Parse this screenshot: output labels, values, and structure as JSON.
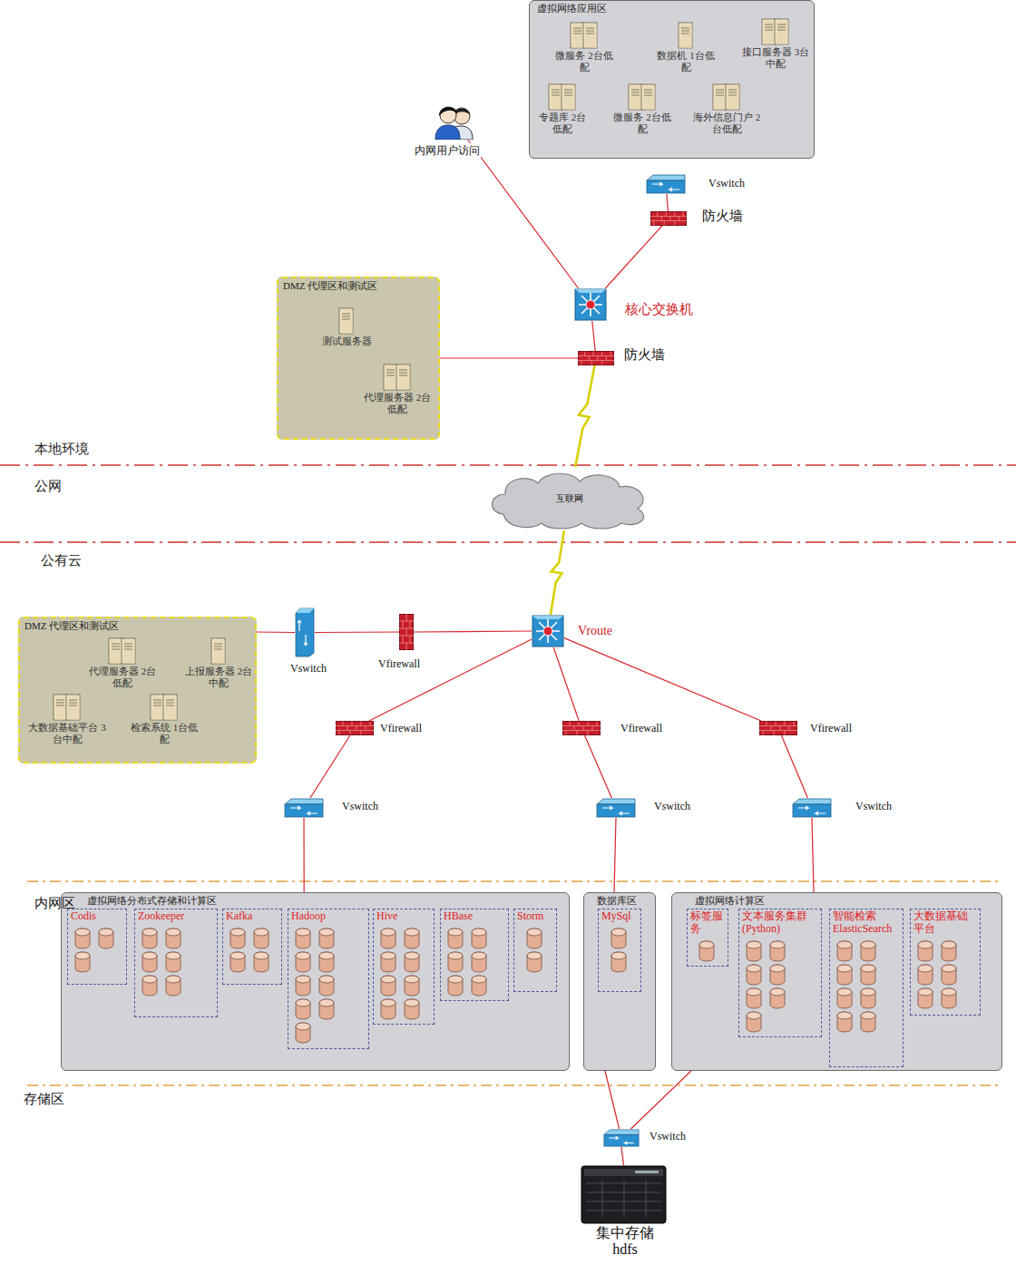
{
  "diagram": {
    "nodes": [
      {
        "text": [
          "虚拟网络应用区"
        ]
      },
      {
        "text": [
          "微服务 2台低配"
        ],
        "in": 0
      },
      {
        "text": [
          "数据机 1台低配"
        ],
        "in": 0
      },
      {
        "text": [
          "接口服务器 3台中配"
        ],
        "in": 0
      },
      {
        "text": [
          "专题库 2台低配"
        ],
        "in": 0
      },
      {
        "text": [
          "微服务 2台低配"
        ],
        "in": 0
      },
      {
        "text": [
          "海外信息门户 2台低配"
        ],
        "in": 0
      },
      {
        "text": [
          "内网用户访问"
        ]
      },
      {
        "text": [
          "Vswitch"
        ]
      },
      {
        "text": [
          "防火墙"
        ]
      },
      {
        "text": [
          "核心交换机"
        ]
      },
      {
        "text": [
          "DMZ 代理区和测试区"
        ]
      },
      {
        "text": [
          "测试服务器"
        ],
        "in": 11
      },
      {
        "text": [
          "代理服务器 2台低配"
        ],
        "in": 11
      },
      {
        "text": [
          "防火墙"
        ]
      },
      {
        "text": [
          "互联网"
        ]
      },
      {
        "text": [
          "Vroute"
        ]
      },
      {
        "text": [
          "DMZ 代理区和测试区"
        ]
      },
      {
        "text": [
          "代理服务器 2台低配"
        ],
        "in": 17
      },
      {
        "text": [
          "上报服务器 2台中配"
        ],
        "in": 17
      },
      {
        "text": [
          "大数据基础平台 3台中配"
        ],
        "in": 17
      },
      {
        "text": [
          "检索系统 1台低配"
        ],
        "in": 17
      },
      {
        "text": [
          "Vswitch"
        ]
      },
      {
        "text": [
          "Vfirewall"
        ]
      },
      {
        "text": [
          "Vfirewall"
        ]
      },
      {
        "text": [
          "Vfirewall"
        ]
      },
      {
        "text": [
          "Vfirewall"
        ]
      },
      {
        "text": [
          "Vswitch"
        ]
      },
      {
        "text": [
          "Vswitch"
        ]
      },
      {
        "text": [
          "Vswitch"
        ]
      },
      {
        "text": [
          "虚拟网络分布式存储和计算区"
        ]
      },
      {
        "text": [
          "Codis"
        ],
        "in": 30
      },
      {
        "text": [
          "Zookeeper"
        ],
        "in": 30
      },
      {
        "text": [
          "Kafka"
        ],
        "in": 30
      },
      {
        "text": [
          "Hadoop"
        ],
        "in": 30
      },
      {
        "text": [
          "Hive"
        ],
        "in": 30
      },
      {
        "text": [
          "HBase"
        ],
        "in": 30
      },
      {
        "text": [
          "Storm"
        ],
        "in": 30
      },
      {
        "text": [
          "数据库区"
        ]
      },
      {
        "text": [
          "MySql"
        ],
        "in": 38
      },
      {
        "text": [
          "虚拟网络计算区"
        ]
      },
      {
        "text": [
          "标签服务"
        ],
        "in": 40
      },
      {
        "text": [
          "文本服务集群 (Python)"
        ],
        "in": 40
      },
      {
        "text": [
          "智能检索 ElasticSearch"
        ],
        "in": 40
      },
      {
        "text": [
          "大数据基础平台"
        ],
        "in": 40
      },
      {
        "text": [
          "Vswitch"
        ]
      },
      {
        "text": [
          "集中存储 hdfs"
        ]
      }
    ],
    "edges": [
      {
        "from": 7,
        "to": 10,
        "arrow": "none"
      },
      {
        "from": 10,
        "to": 9,
        "arrow": "none"
      },
      {
        "from": 9,
        "to": 8,
        "arrow": "none"
      },
      {
        "from": 10,
        "to": 14,
        "arrow": "none"
      },
      {
        "from": 11,
        "to": 14,
        "arrow": "none"
      },
      {
        "from": 14,
        "to": 15,
        "arrow": "none"
      },
      {
        "from": 15,
        "to": 16,
        "arrow": "none"
      },
      {
        "from": 16,
        "to": 23,
        "arrow": "none"
      },
      {
        "from": 23,
        "to": 22,
        "arrow": "none"
      },
      {
        "from": 22,
        "to": 17,
        "arrow": "none"
      },
      {
        "from": 16,
        "to": 24,
        "arrow": "none"
      },
      {
        "from": 16,
        "to": 25,
        "arrow": "none"
      },
      {
        "from": 16,
        "to": 26,
        "arrow": "none"
      },
      {
        "from": 24,
        "to": 27,
        "arrow": "none"
      },
      {
        "from": 25,
        "to": 28,
        "arrow": "none"
      },
      {
        "from": 26,
        "to": 29,
        "arrow": "none"
      },
      {
        "from": 27,
        "to": 30,
        "arrow": "none"
      },
      {
        "from": 28,
        "to": 38,
        "arrow": "none"
      },
      {
        "from": 29,
        "to": 40,
        "arrow": "none"
      },
      {
        "from": 38,
        "to": 45,
        "arrow": "none"
      },
      {
        "from": 40,
        "to": 45,
        "arrow": "none"
      },
      {
        "from": 45,
        "to": 46,
        "arrow": "none"
      }
    ],
    "labels": [
      "本地环境",
      "公网",
      "公有云",
      "内网区",
      "存储区"
    ]
  }
}
